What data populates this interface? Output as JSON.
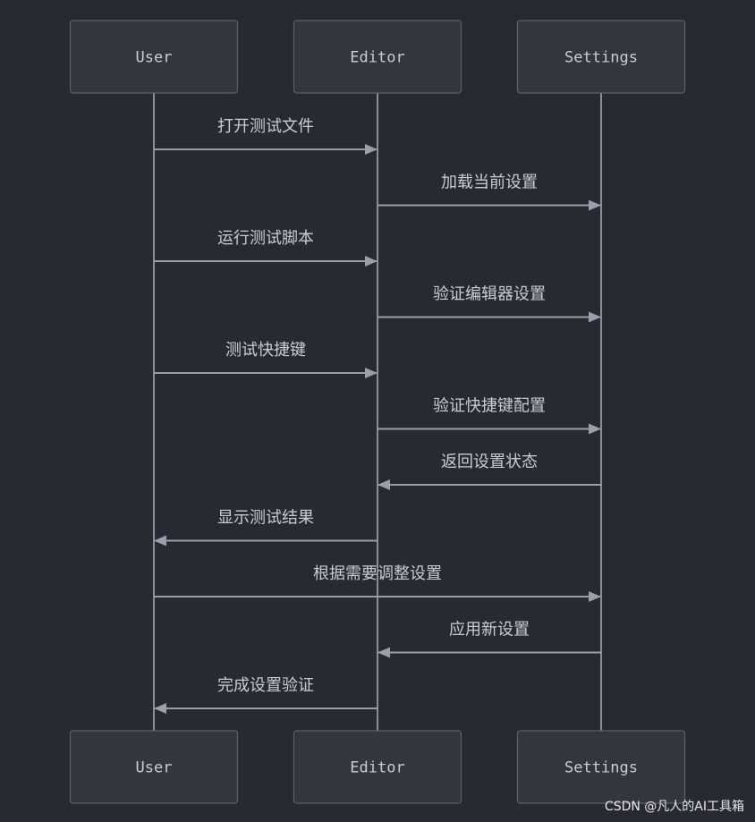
{
  "actors": [
    {
      "id": "user",
      "label": "User"
    },
    {
      "id": "editor",
      "label": "Editor"
    },
    {
      "id": "settings",
      "label": "Settings"
    }
  ],
  "messages": [
    {
      "from": "user",
      "to": "editor",
      "label": "打开测试文件"
    },
    {
      "from": "editor",
      "to": "settings",
      "label": "加载当前设置"
    },
    {
      "from": "user",
      "to": "editor",
      "label": "运行测试脚本"
    },
    {
      "from": "editor",
      "to": "settings",
      "label": "验证编辑器设置"
    },
    {
      "from": "user",
      "to": "editor",
      "label": "测试快捷键"
    },
    {
      "from": "editor",
      "to": "settings",
      "label": "验证快捷键配置"
    },
    {
      "from": "settings",
      "to": "editor",
      "label": "返回设置状态"
    },
    {
      "from": "editor",
      "to": "user",
      "label": "显示测试结果"
    },
    {
      "from": "user",
      "to": "settings",
      "label": "根据需要调整设置"
    },
    {
      "from": "settings",
      "to": "editor",
      "label": "应用新设置"
    },
    {
      "from": "editor",
      "to": "user",
      "label": "完成设置验证"
    }
  ],
  "watermark": "CSDN @凡人的AI工具箱",
  "colors": {
    "background": "#272a33",
    "actor_fill": "#33363f",
    "actor_border": "#5b5f6b",
    "line": "#9b9fa9",
    "text": "#c9ccd3"
  }
}
